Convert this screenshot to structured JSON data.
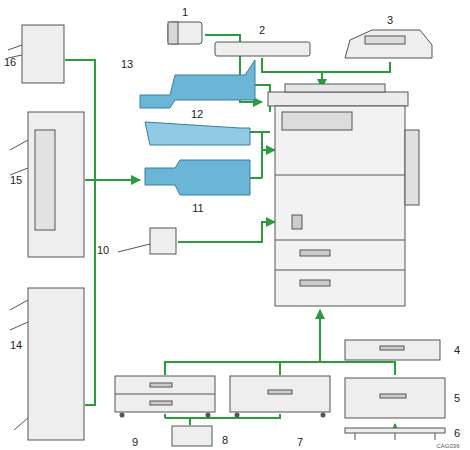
{
  "diagram": {
    "labels": [
      "1",
      "2",
      "3",
      "4",
      "5",
      "6",
      "7",
      "8",
      "9",
      "10",
      "11",
      "12",
      "13",
      "14",
      "15",
      "16",
      "CAG036"
    ]
  }
}
